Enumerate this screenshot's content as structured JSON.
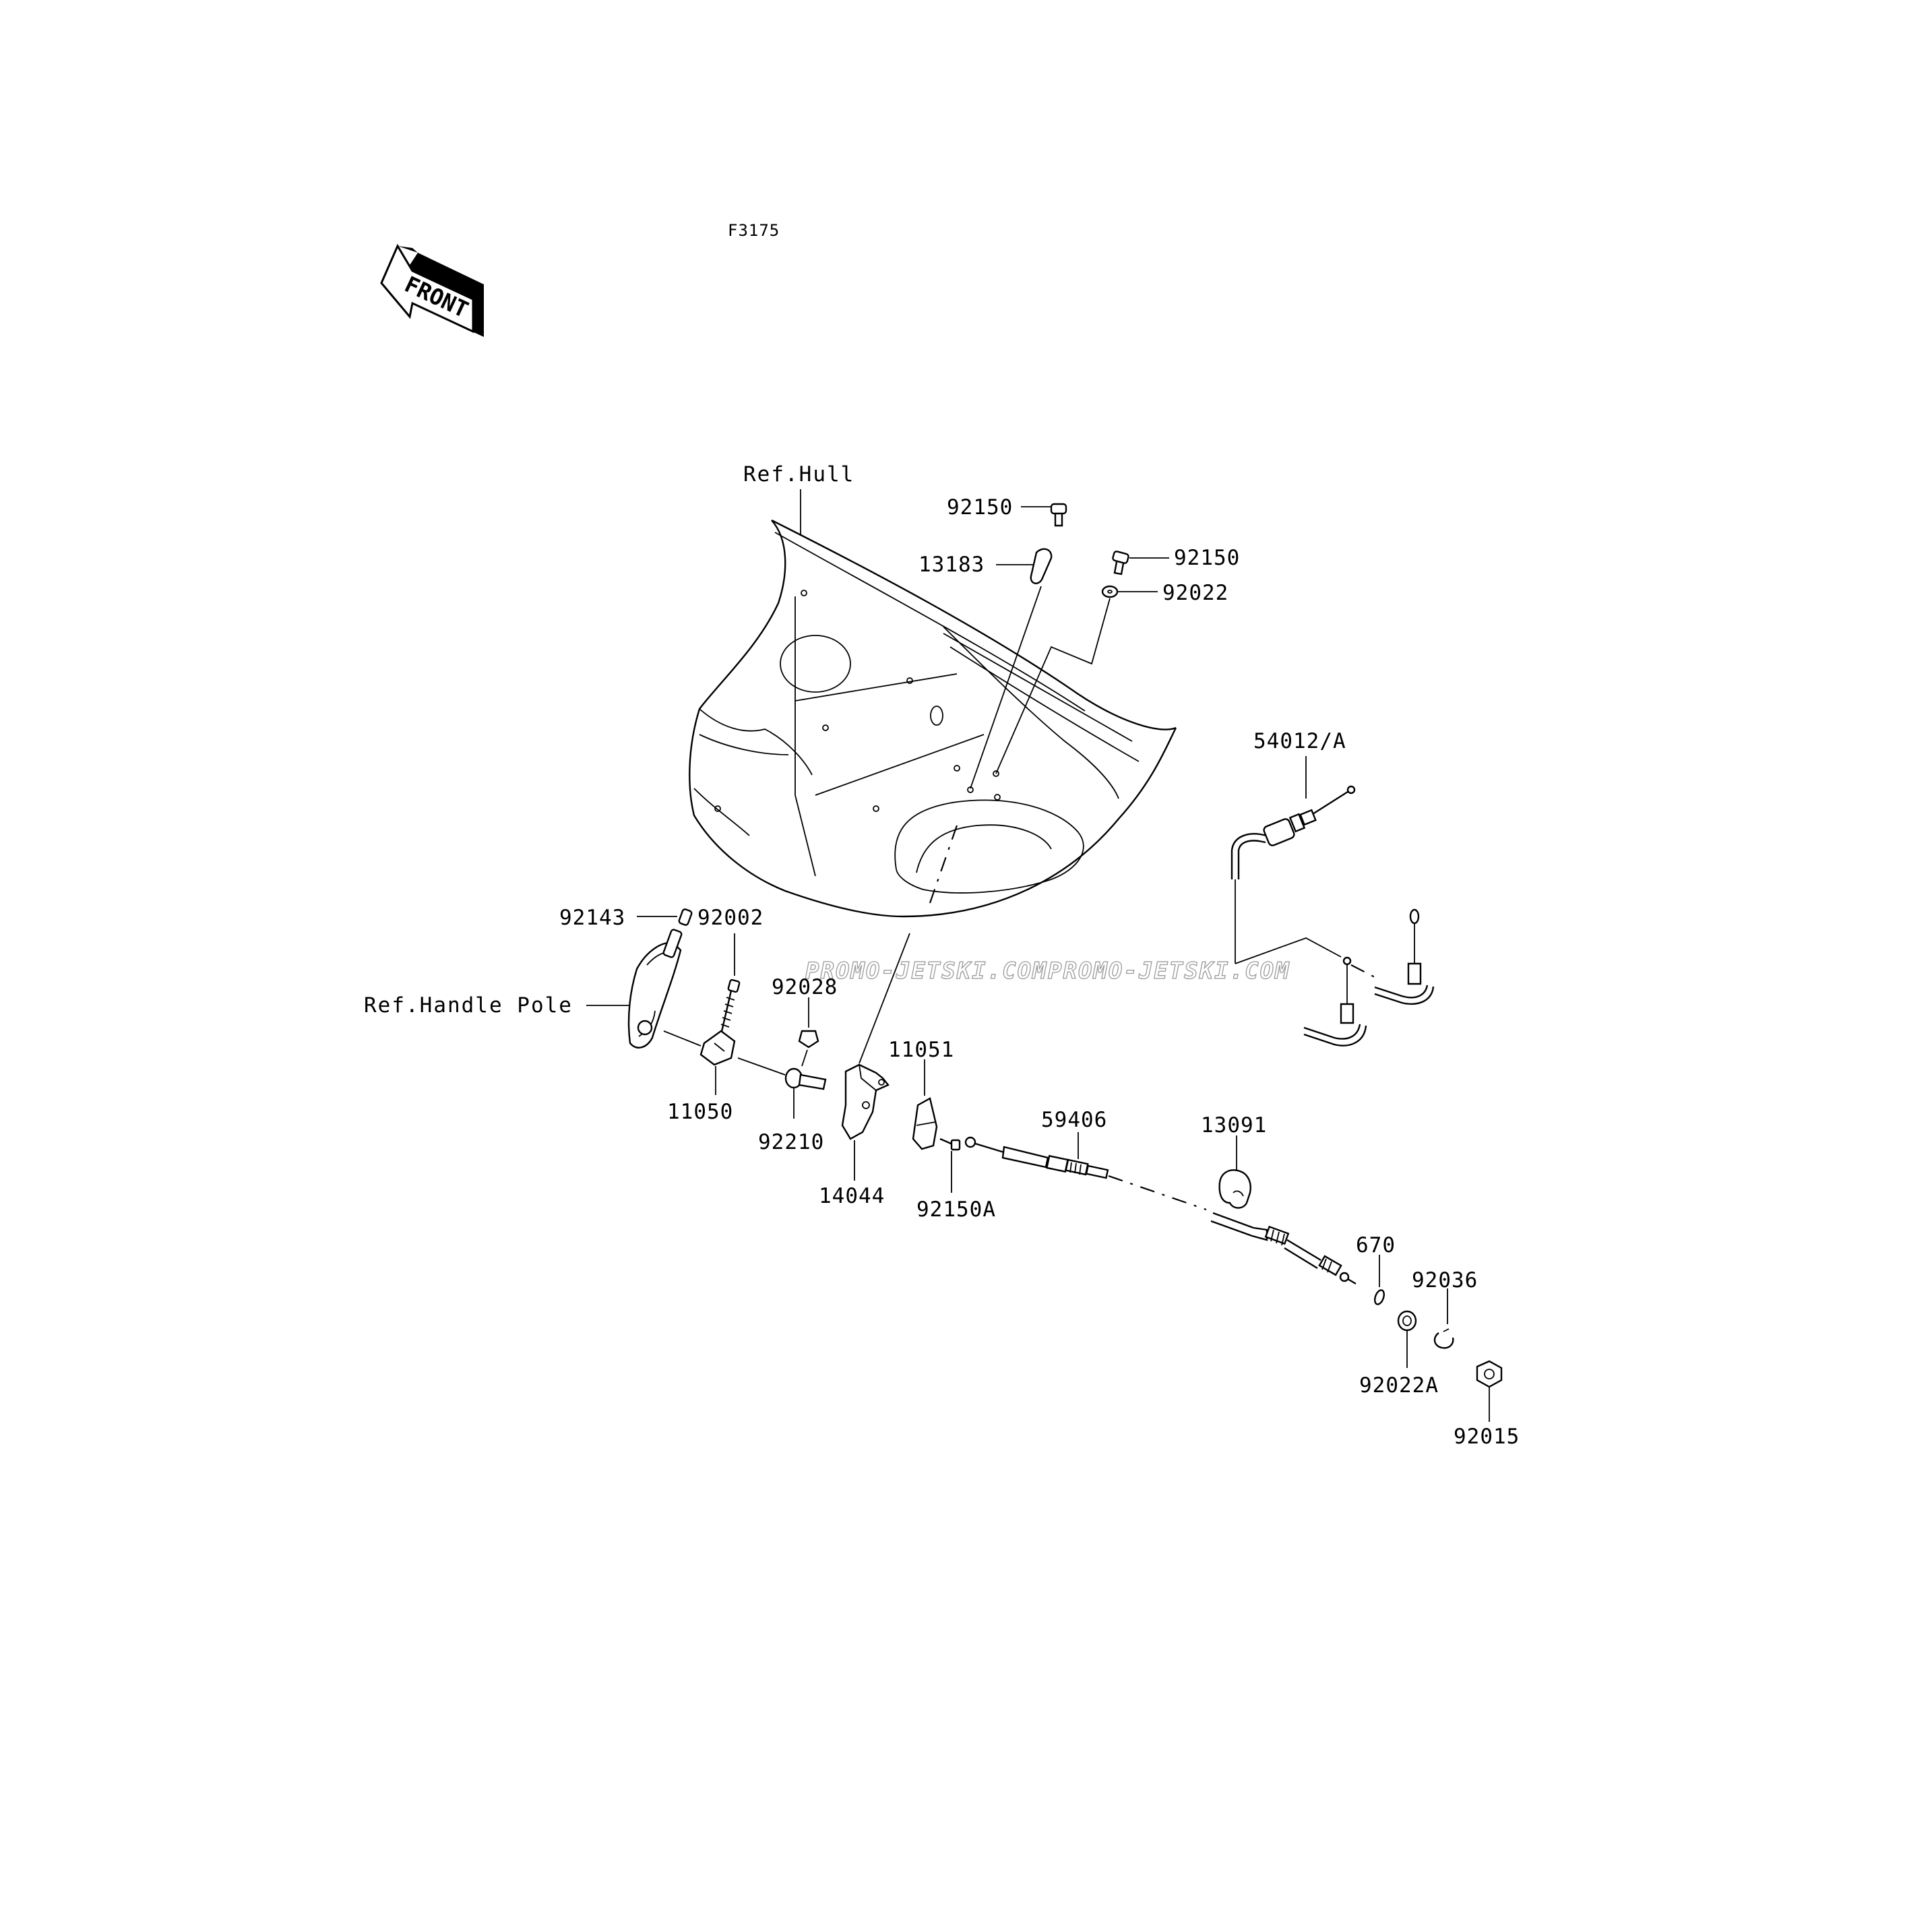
{
  "diagram": {
    "code": "F3175",
    "front_label": "FRONT",
    "watermark": "PROMO-JETSKI.COM",
    "references": {
      "hull": "Ref.Hull",
      "handle_pole": "Ref.Handle Pole"
    },
    "parts": [
      "92150",
      "13183",
      "92150",
      "92022",
      "54012/A",
      "92143",
      "92002",
      "92028",
      "11050",
      "92210",
      "14044",
      "11051",
      "92150A",
      "59406",
      "13091",
      "670",
      "92036",
      "92022A",
      "92015"
    ]
  }
}
